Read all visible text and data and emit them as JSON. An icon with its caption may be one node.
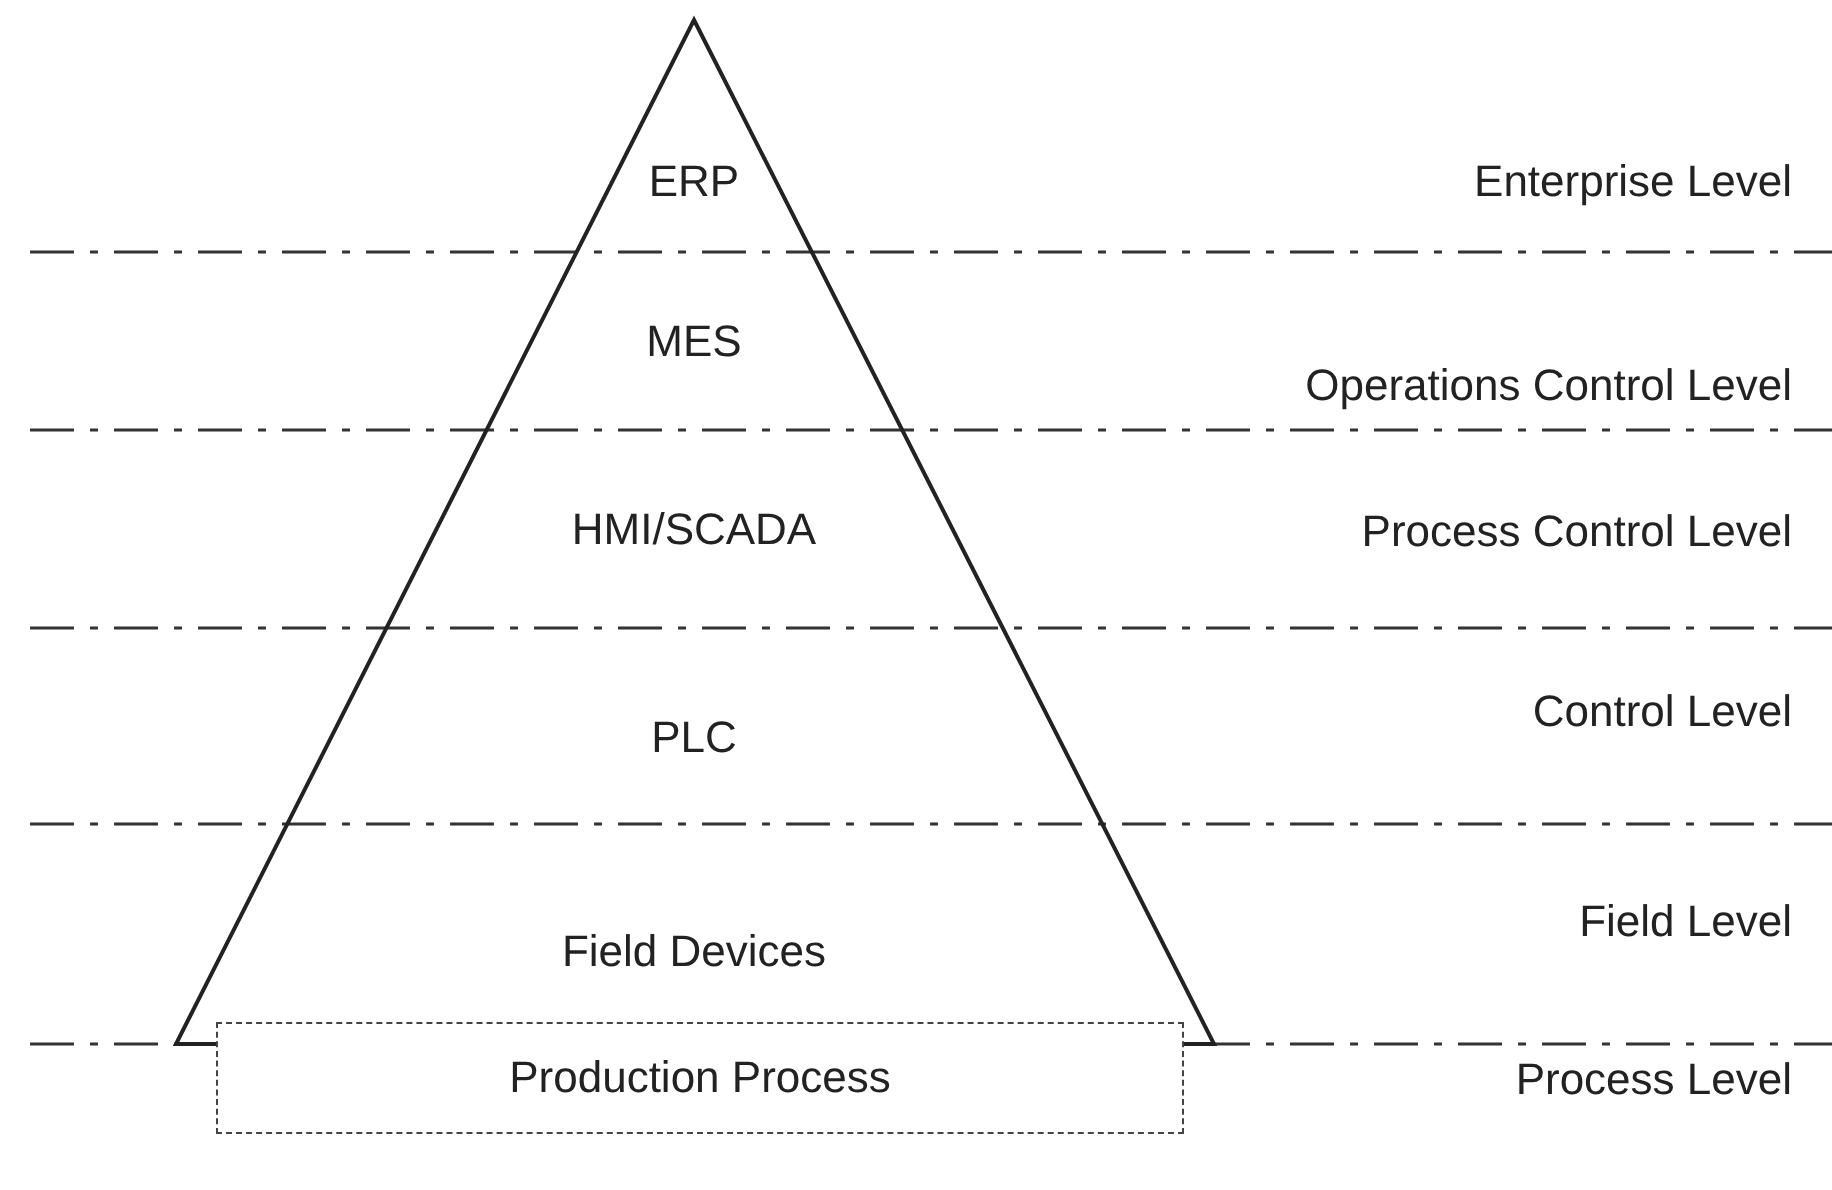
{
  "diagram": {
    "nodes": [
      {
        "text": [
          "ERP"
        ]
      },
      {
        "text": [
          "MES"
        ]
      },
      {
        "text": [
          "HMI/SCADA"
        ]
      },
      {
        "text": [
          "PLC"
        ]
      },
      {
        "text": [
          "Field Devices"
        ]
      },
      {
        "text": [
          "Production Process"
        ]
      }
    ],
    "labels": [
      "Enterprise Level",
      "Operations Control Level",
      "Process Control Level",
      "Control Level",
      "Field Level",
      "Process Level"
    ]
  }
}
